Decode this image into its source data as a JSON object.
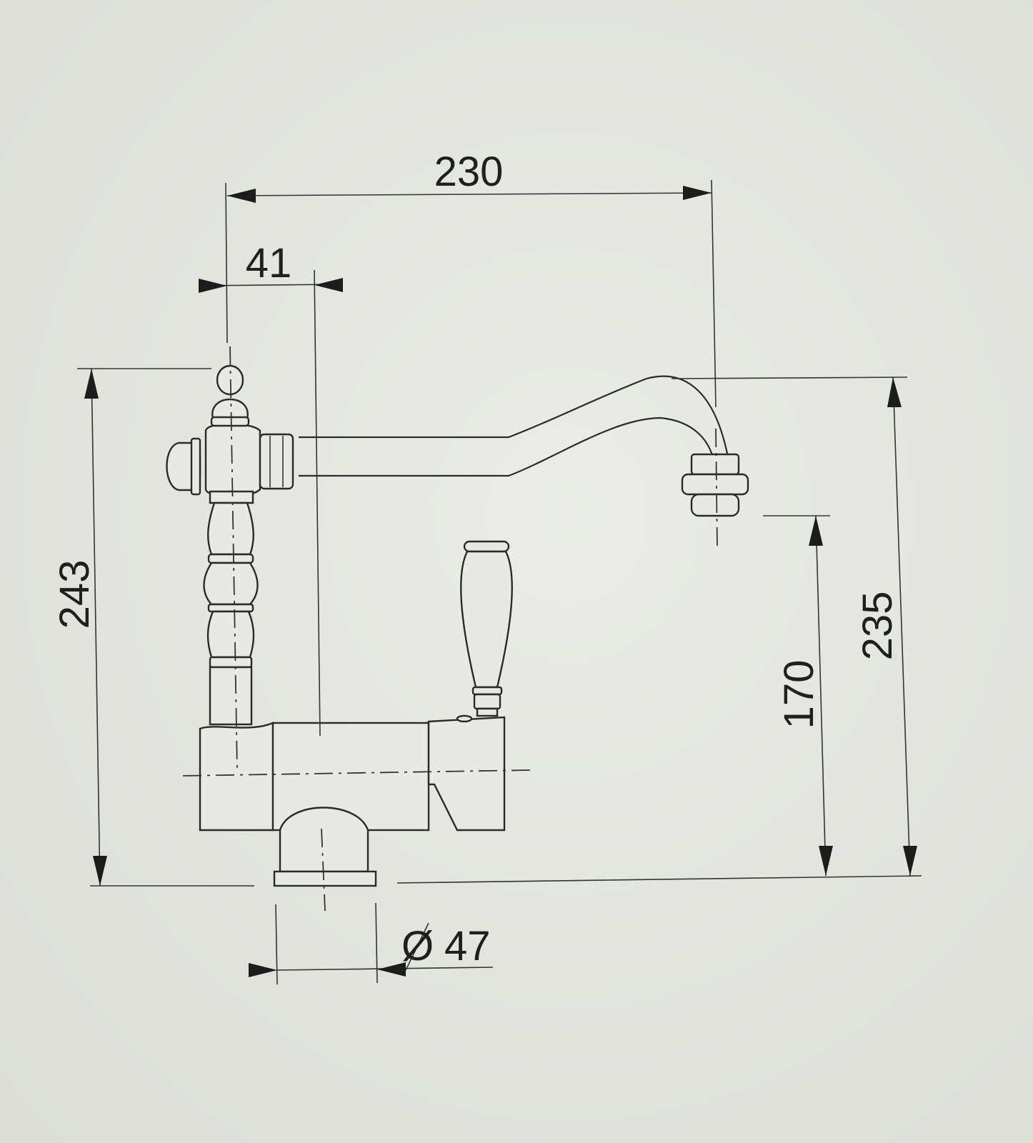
{
  "dimensions": {
    "width_total": "230",
    "offset_spout": "41",
    "height_total": "243",
    "height_spout_top": "235",
    "height_outlet": "170",
    "base_diameter_symbol": "Ø",
    "base_diameter": "47"
  },
  "colors": {
    "paper": "#e6e7e2",
    "ink": "#2a2a2a"
  }
}
